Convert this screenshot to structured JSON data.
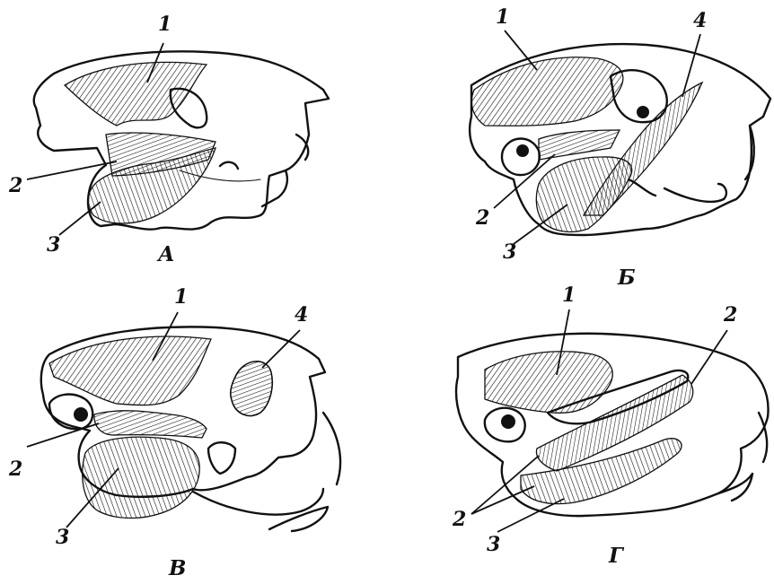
{
  "panels": [
    {
      "id": "A",
      "label": "А",
      "numbers": [
        "1",
        "2",
        "3"
      ]
    },
    {
      "id": "B",
      "label": "Б",
      "numbers": [
        "1",
        "4",
        "2",
        "3"
      ]
    },
    {
      "id": "C",
      "label": "В",
      "numbers": [
        "1",
        "4",
        "2",
        "3"
      ]
    },
    {
      "id": "D",
      "label": "Г",
      "numbers": [
        "1",
        "2",
        "2",
        "3"
      ]
    }
  ]
}
